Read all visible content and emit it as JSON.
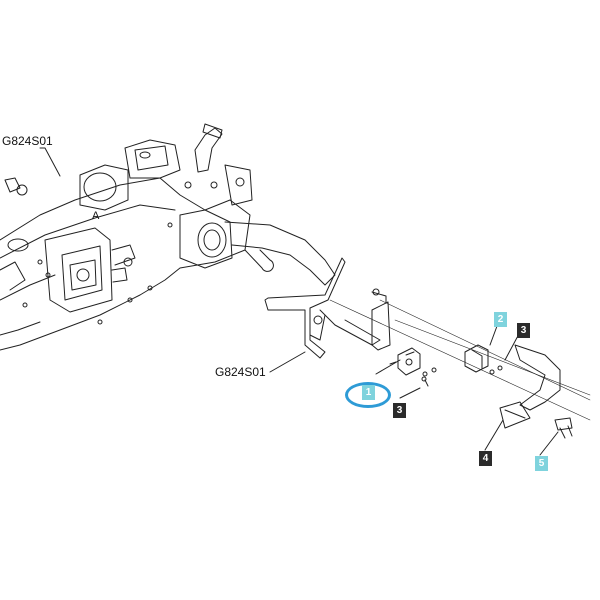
{
  "references": {
    "top_left": "G824S01",
    "mid_left": "G824S01"
  },
  "detail_letter": "A",
  "callouts": [
    {
      "id": "1",
      "style": "cyan",
      "highlighted": true
    },
    {
      "id": "2",
      "style": "cyan"
    },
    {
      "id": "3",
      "style": "dark"
    },
    {
      "id": "3",
      "style": "dark"
    },
    {
      "id": "4",
      "style": "dark"
    },
    {
      "id": "5",
      "style": "cyan"
    }
  ],
  "colors": {
    "line": "#222222",
    "callout_dark": "#2b2b2b",
    "callout_cyan": "#7fd3dd",
    "highlight_ring": "#2e9bd6"
  }
}
